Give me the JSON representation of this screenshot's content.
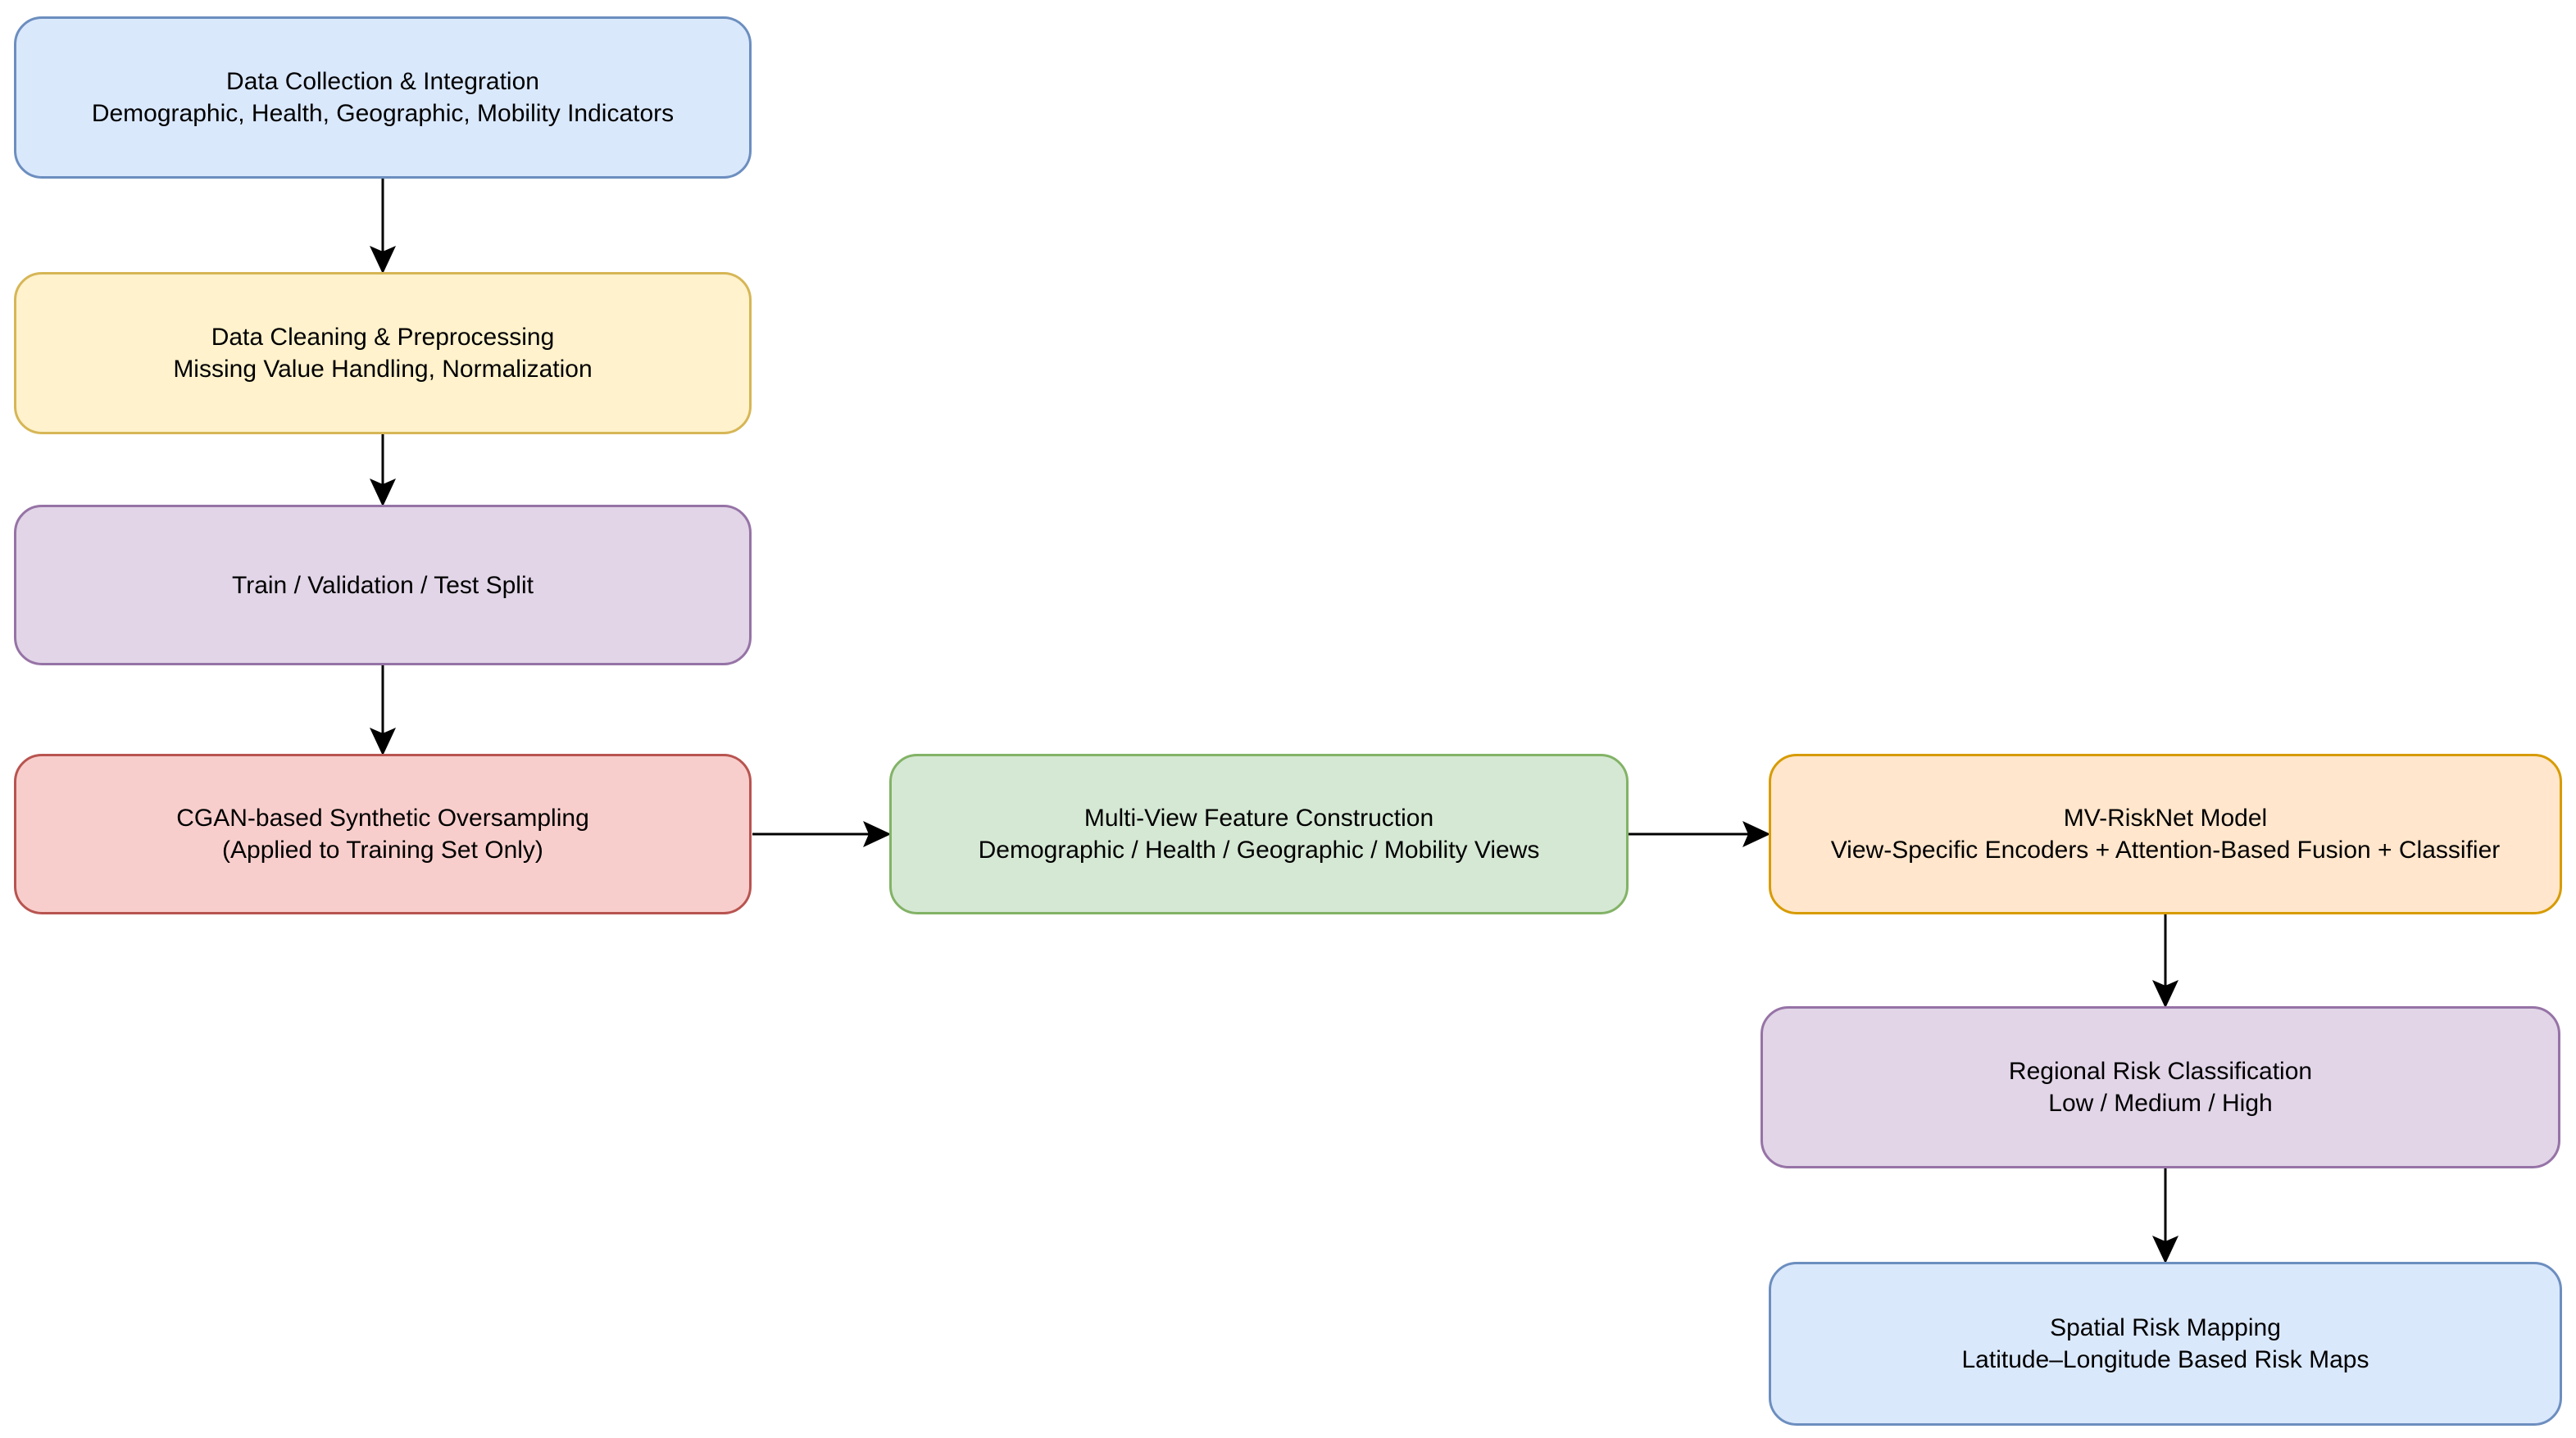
{
  "diagram": {
    "background": "#ffffff",
    "text_color": "#000000",
    "arrow_color": "#000000",
    "nodes": [
      {
        "title": "Data Collection & Integration",
        "subtitle": "Demographic, Health, Geographic, Mobility Indicators",
        "fill": "#dae8fc",
        "border": "#6c8ebf"
      },
      {
        "title": "Data Cleaning & Preprocessing",
        "subtitle": "Missing Value Handling, Normalization",
        "fill": "#fff2cc",
        "border": "#d6b656"
      },
      {
        "title": "Train / Validation / Test Split",
        "fill": "#e1d5e7",
        "border": "#9673a6"
      },
      {
        "title": "CGAN-based Synthetic Oversampling",
        "subtitle": "(Applied to Training Set Only)",
        "fill": "#f8cecc",
        "border": "#b85450"
      },
      {
        "title": "Multi-View Feature Construction",
        "subtitle": "Demographic / Health / Geographic / Mobility Views",
        "fill": "#d5e8d4",
        "border": "#82b366"
      },
      {
        "title": "MV-RiskNet Model",
        "subtitle": "View-Specific Encoders + Attention-Based Fusion + Classifier",
        "fill": "#ffe6cc",
        "border": "#d79b00"
      },
      {
        "title": "Regional Risk Classification",
        "subtitle": "Low / Medium / High",
        "fill": "#e1d5e7",
        "border": "#9673a6"
      },
      {
        "title": "Spatial Risk Mapping",
        "subtitle": "Latitude–Longitude Based Risk Maps",
        "fill": "#dae8fc",
        "border": "#6c8ebf"
      }
    ]
  }
}
